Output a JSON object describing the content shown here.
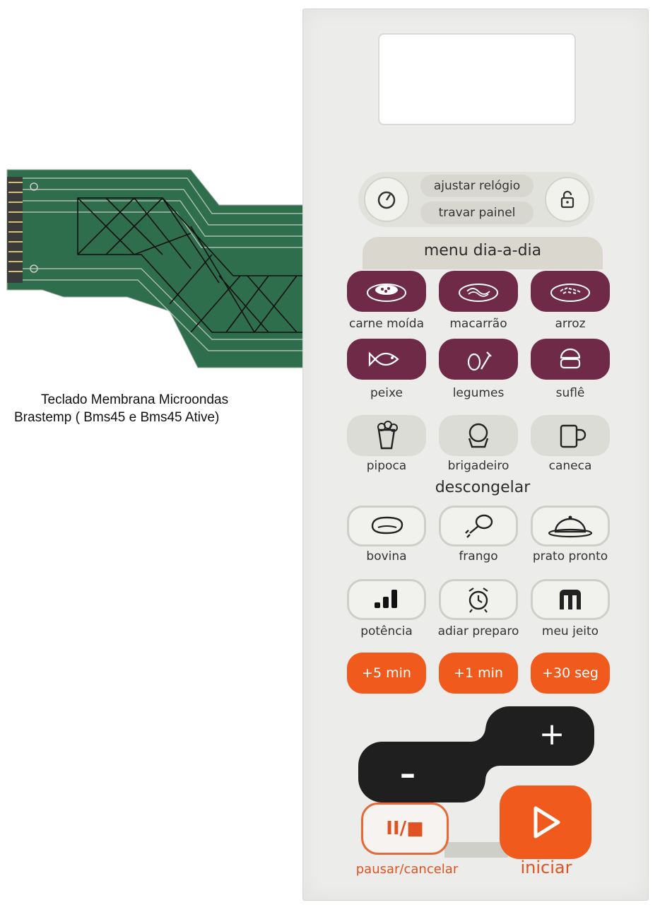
{
  "caption": {
    "line1": "Teclado Membrana Microondas",
    "line2": "Brastemp  ( Bms45 e Bms45 Ative)"
  },
  "clock": {
    "set_clock": "ajustar relógio",
    "lock_panel": "travar painel",
    "left_icon": "power-clock-icon",
    "right_icon": "lock-icon"
  },
  "menu": {
    "title": "menu dia-a-dia",
    "items": [
      {
        "label": "carne moída",
        "icon": "meat-plate-icon"
      },
      {
        "label": "macarrão",
        "icon": "pasta-plate-icon"
      },
      {
        "label": "arroz",
        "icon": "rice-plate-icon"
      },
      {
        "label": "peixe",
        "icon": "fish-icon"
      },
      {
        "label": "legumes",
        "icon": "vegetables-icon"
      },
      {
        "label": "suflê",
        "icon": "souffle-icon"
      },
      {
        "label": "pipoca",
        "icon": "popcorn-icon"
      },
      {
        "label": "brigadeiro",
        "icon": "brigadeiro-icon"
      },
      {
        "label": "caneca",
        "icon": "mug-icon"
      }
    ]
  },
  "defrost": {
    "title": "descongelar",
    "items": [
      {
        "label": "bovina",
        "icon": "steak-icon"
      },
      {
        "label": "frango",
        "icon": "chicken-leg-icon"
      },
      {
        "label": "prato pronto",
        "icon": "cloche-icon"
      }
    ]
  },
  "settings": [
    {
      "label": "potência",
      "icon": "power-bars-icon"
    },
    {
      "label": "adiar preparo",
      "icon": "alarm-clock-icon"
    },
    {
      "label": "meu jeito",
      "icon": "m-icon"
    }
  ],
  "quick": [
    "+5 min",
    "+1 min",
    "+30 seg"
  ],
  "adjust": {
    "plus": "+",
    "minus": "–"
  },
  "controls": {
    "pause_symbol": "II/■",
    "pause_label": "pausar/cancelar",
    "start_label": "iniciar",
    "start_icon": "play-icon"
  },
  "colors": {
    "maroon": "#6e2a46",
    "orange": "#f05a1c",
    "dark": "#222222",
    "cable_green": "#2f6e4c"
  }
}
